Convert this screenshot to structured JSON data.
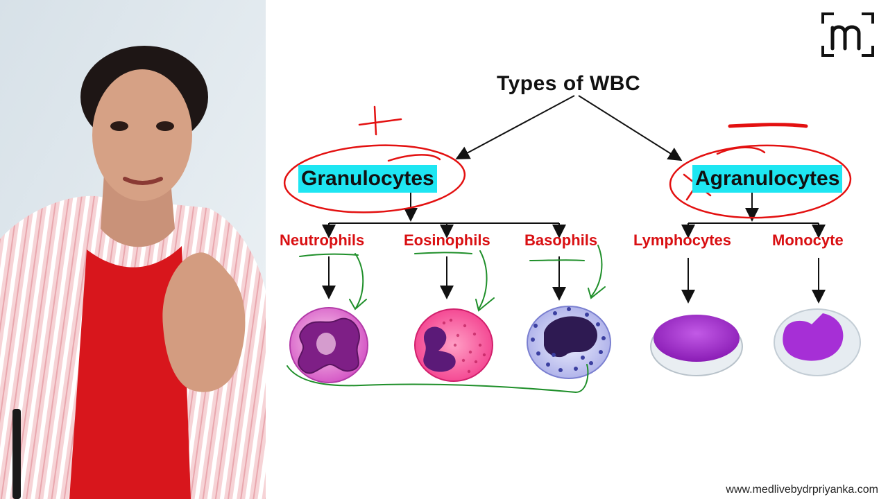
{
  "diagram": {
    "title": "Types of  WBC",
    "groups": [
      {
        "label": "Granulocytes",
        "cells": [
          "Neutrophils",
          "Eosinophils",
          "Basophils"
        ]
      },
      {
        "label": "Agranulocytes",
        "cells": [
          "Lymphocytes",
          "Monocyte"
        ]
      }
    ]
  },
  "colors": {
    "highlight": "#1ee6f2",
    "cell_label": "#d90f12",
    "ink_red": "#e31010",
    "ink_green": "#1f8f2a"
  },
  "watermark": {
    "url": "www.medlivebydrpriyanka.com",
    "logo": "m-logo-icon"
  }
}
